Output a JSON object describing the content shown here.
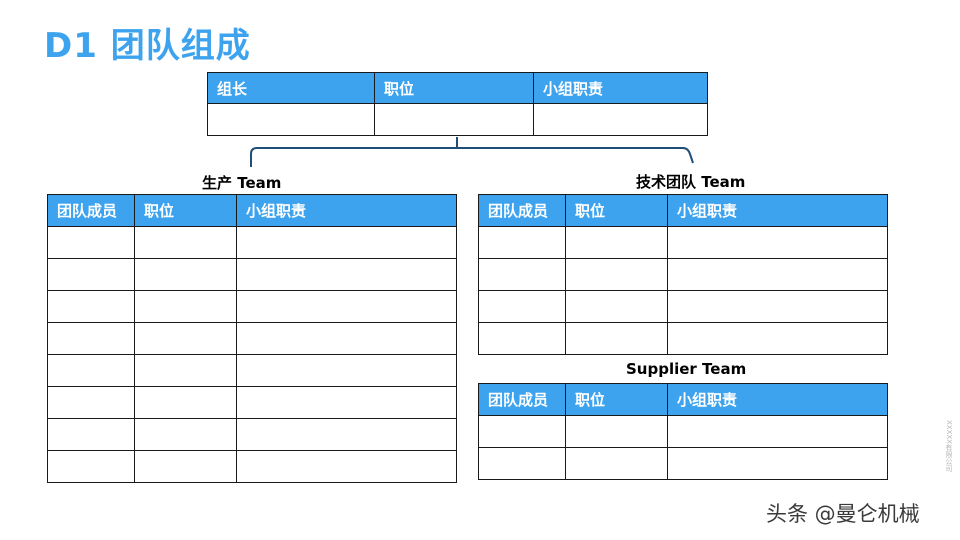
{
  "title": "D1 团队组成",
  "leader_table": {
    "headers": [
      "组长",
      "职位",
      "小组职责"
    ],
    "rows": 1
  },
  "production": {
    "caption": "生产 Team",
    "headers": [
      "团队成员",
      "职位",
      "小组职责"
    ],
    "rows": 8
  },
  "tech": {
    "caption": "技术团队 Team",
    "headers": [
      "团队成员",
      "职位",
      "小组职责"
    ],
    "rows": 4
  },
  "supplier": {
    "caption": "Supplier Team",
    "headers": [
      "团队成员",
      "职位",
      "小组职责"
    ],
    "rows": 2
  },
  "side_note": "XXXXX有限公司",
  "watermark": "头条 @曼仑机械",
  "colors": {
    "accent": "#3da3ee",
    "connector": "#1f4e79",
    "border": "#1a1a1a"
  }
}
